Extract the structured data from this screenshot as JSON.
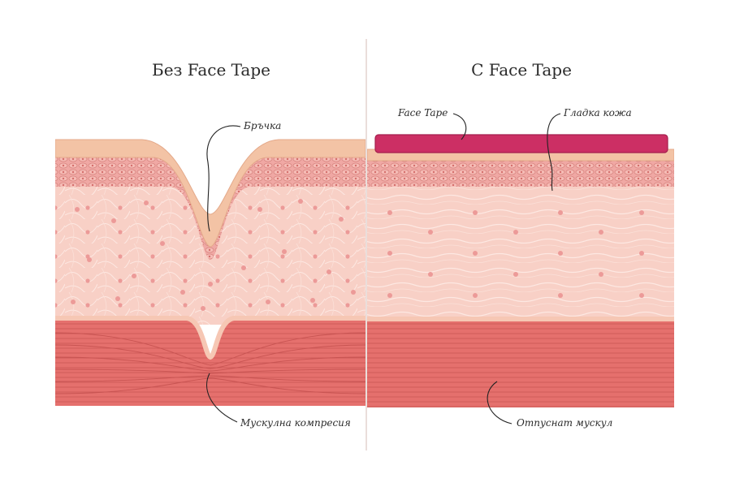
{
  "panels": {
    "left": {
      "title": "Без Face Tape",
      "labels": {
        "wrinkle": "Бръчка",
        "muscle": "Мускулна компресия"
      }
    },
    "right": {
      "title": "С Face Tape",
      "labels": {
        "tape": "Face Tape",
        "smooth": "Гладка кожа",
        "muscle": "Отпуснат мускул"
      }
    }
  },
  "colors": {
    "background": "#ffffff",
    "divider": "#e3d3cf",
    "epidermis": "#f3c3a5",
    "epidermis_shadow": "#e4a98a",
    "cell_layer": "#f0a8a4",
    "cell_outline": "#d98782",
    "dermis": "#f8d0c6",
    "dermis_fiber": "#fbe5de",
    "dermis_cell": "#ec9a98",
    "muscle": "#e5706d",
    "muscle_fiber": "#c85452",
    "tape": "#cc2f64",
    "tape_edge": "#a41f4d",
    "leader_line": "#222222"
  }
}
